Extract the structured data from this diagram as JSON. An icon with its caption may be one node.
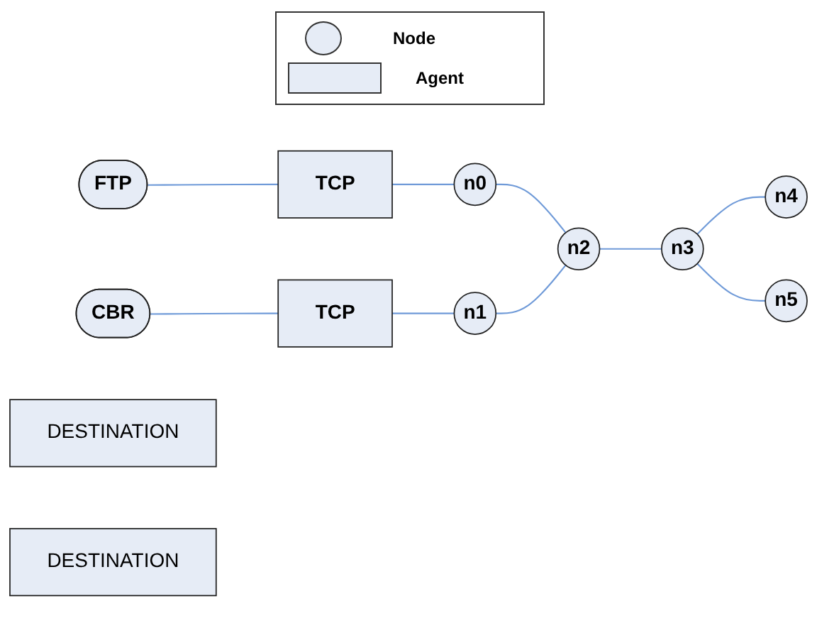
{
  "diagram": {
    "nodes": [
      {
        "text": [
          "FTP"
        ]
      },
      {
        "text": [
          "TCP"
        ]
      },
      {
        "text": [
          "n0"
        ]
      },
      {
        "text": [
          "CBR"
        ]
      },
      {
        "text": [
          "TCP"
        ]
      },
      {
        "text": [
          "n1"
        ]
      },
      {
        "text": [
          "n2"
        ]
      },
      {
        "text": [
          "n3"
        ]
      },
      {
        "text": [
          "DESTINATION"
        ]
      },
      {
        "text": [
          "n4"
        ]
      },
      {
        "text": [
          "DESTINATION"
        ]
      },
      {
        "text": [
          "n5"
        ]
      }
    ],
    "edges": [
      {
        "from": 0,
        "to": 1,
        "arrow": "none"
      },
      {
        "from": 1,
        "to": 2,
        "arrow": "none"
      },
      {
        "from": 3,
        "to": 4,
        "arrow": "none"
      },
      {
        "from": 4,
        "to": 5,
        "arrow": "none"
      },
      {
        "from": 2,
        "to": 6,
        "arrow": "none"
      },
      {
        "from": 5,
        "to": 6,
        "arrow": "none"
      },
      {
        "from": 6,
        "to": 7,
        "arrow": "none"
      },
      {
        "from": 7,
        "to": 9,
        "arrow": "none"
      },
      {
        "from": 7,
        "to": 11,
        "arrow": "none"
      }
    ],
    "legend": [
      {
        "text": "Node"
      },
      {
        "text": "Agent"
      }
    ]
  }
}
